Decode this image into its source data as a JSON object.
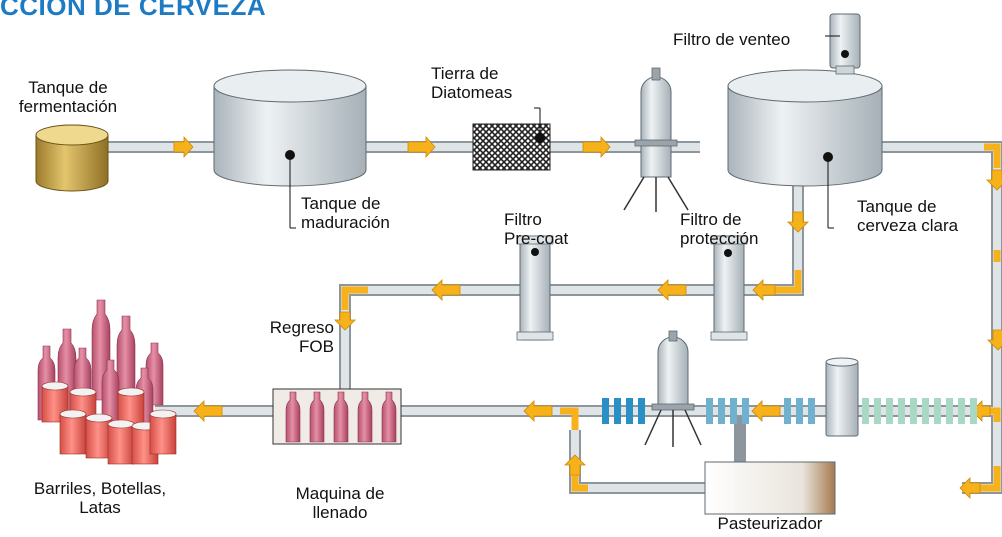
{
  "title": "CCION DE CERVEZA",
  "labels": {
    "fermentation_tank": [
      "Tanque de",
      "fermentación"
    ],
    "maturation_tank": [
      "Tanque de",
      "maduración"
    ],
    "diatomaceous_earth": [
      "Tierra de",
      "Diatomeas"
    ],
    "vent_filter": "Filtro de venteo",
    "clear_beer_tank": [
      "Tanque de",
      "cerveza clara"
    ],
    "precoat_filter": [
      "Filtro",
      "Pre-coat"
    ],
    "protection_filter": [
      "Filtro de",
      "protección"
    ],
    "return_fob": [
      "Regreso",
      "FOB"
    ],
    "containers": [
      "Barriles, Botellas,",
      "Latas"
    ],
    "filling_machine": [
      "Maquina de",
      "llenado"
    ],
    "pasteurizer": "Pasteurizador"
  },
  "colors": {
    "pipe": "#d4d9dd",
    "pipe_edge": "#8d969c",
    "arrow": "#f7b21b",
    "tank_body": "#cfd8dd",
    "fermentation_tank": "#c9a64a",
    "bottle": "#c9607e",
    "can": "#ee6d62",
    "title": "#1d7bc4",
    "stripe_dark": "#2a8fc4",
    "stripe_mid": "#6fb1cf",
    "stripe_light": "#a9d8c4"
  }
}
